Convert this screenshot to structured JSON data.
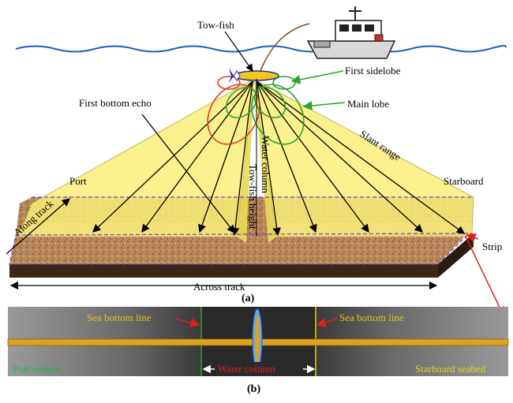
{
  "panel_a": {
    "labels": {
      "tow_fish": "Tow-fish",
      "first_sidelobe": "First sidelobe",
      "main_lobe": "Main lobe",
      "first_bottom_echo": "First bottom echo",
      "slant_range": "Slant range",
      "port": "Port",
      "starboard": "Starboard",
      "along_track": "Along track",
      "water_column": "Water column",
      "tow_fish_height": "Tow-fish height",
      "strip": "Strip",
      "across_track": "Across track"
    },
    "caption": "(a)"
  },
  "panel_b": {
    "labels": {
      "sea_bottom_line_left": "Sea bottom line",
      "sea_bottom_line_right": "Sea bottom line",
      "port_seabed": "Port seabed",
      "water_column": "Water column",
      "starboard_seabed": "Starboard seabed"
    },
    "caption": "(b)"
  },
  "colors": {
    "sea_line": "#1f5fc4",
    "beam_fill": "#f7ef7a",
    "seabed": "#b8875a",
    "block_side": "#3a2818",
    "strip_border": "#7b3fbf",
    "sidelobe_green": "#2aa52a",
    "lobe_red": "#e03a1a",
    "marker_red": "#e0201a",
    "sonar_bg": "#2a2a2a",
    "sonar_track": "#e0a020",
    "port_seabed_text": "#1db34a",
    "starboard_seabed_text": "#e6d21a",
    "water_column_text": "#e0201a",
    "sea_bottom_text": "#e6c21a"
  }
}
